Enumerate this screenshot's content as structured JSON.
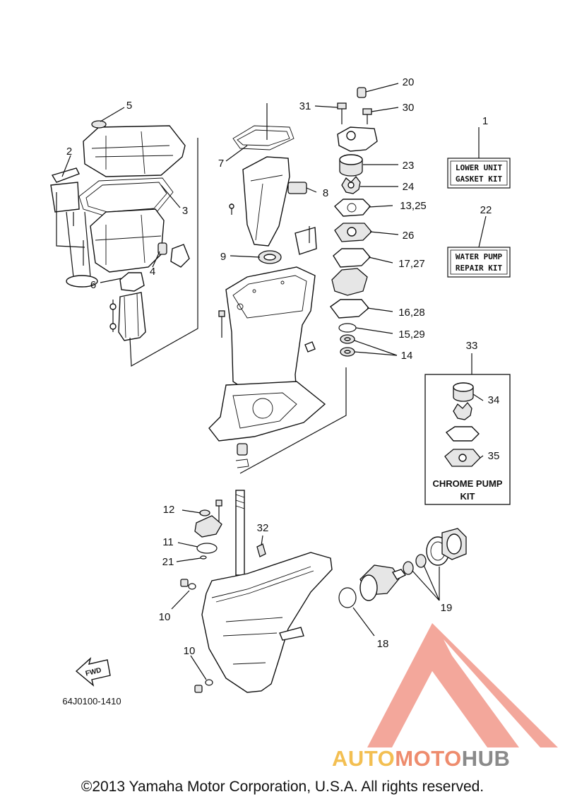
{
  "diagram": {
    "callouts": {
      "c1": "1",
      "c2": "2",
      "c3": "3",
      "c4": "4",
      "c5": "5",
      "c6": "6",
      "c7": "7",
      "c8": "8",
      "c9": "9",
      "c10a": "10",
      "c10b": "10",
      "c11": "11",
      "c12": "12",
      "c14": "14",
      "c1529": "15,29",
      "c1628": "16,28",
      "c1727": "17,27",
      "c18": "18",
      "c19": "19",
      "c20": "20",
      "c21": "21",
      "c22": "22",
      "c23": "23",
      "c24": "24",
      "c1325": "13,25",
      "c26": "26",
      "c30": "30",
      "c31": "31",
      "c32": "32",
      "c33": "33",
      "c34": "34",
      "c35": "35"
    },
    "gasket_kit_box": {
      "line1": "LOWER UNIT",
      "line2": "GASKET KIT"
    },
    "water_pump_box": {
      "line1": "WATER PUMP",
      "line2": "REPAIR KIT"
    },
    "chrome_kit": {
      "line1": "CHROME PUMP",
      "line2": "KIT"
    },
    "fwd_arrow": "FWD",
    "diagram_code": "64J0100-1410"
  },
  "watermark": {
    "part1": "AUTO",
    "part2": "MOTO",
    "part3": "HUB"
  },
  "footer": {
    "copyright": "©2013 Yamaha Motor Corporation, U.S.A. All rights reserved."
  },
  "colors": {
    "logo_triangle": "#f08a7a",
    "logo_yellow": "#f3bf52",
    "logo_orange": "#ee8c6e",
    "logo_gray": "#8a8a8a"
  }
}
